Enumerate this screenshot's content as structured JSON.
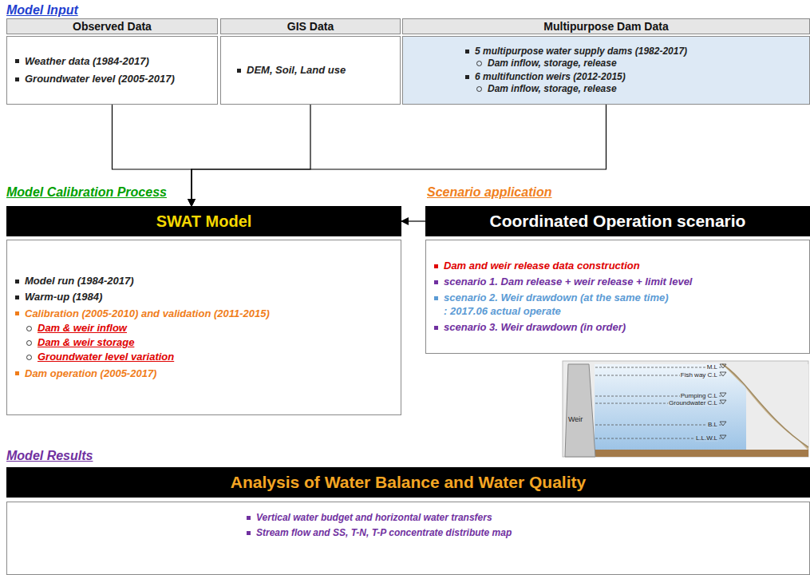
{
  "diagram": {
    "nodes": [
      {
        "text": [
          "Observed Data"
        ]
      },
      {
        "text": [
          "Weather data (1984-2017)",
          "Groundwater level (2005-2017)"
        ]
      },
      {
        "text": [
          "GIS Data"
        ]
      },
      {
        "text": [
          "DEM, Soil, Land use"
        ]
      },
      {
        "text": [
          "Multipurpose Dam Data"
        ]
      },
      {
        "text": [
          "5 multipurpose water supply dams (1982-2017)",
          "Dam inflow, storage, release",
          "6 multifunction weirs (2012-2015)",
          "Dam inflow, storage, release"
        ]
      },
      {
        "text": [
          "SWAT Model"
        ]
      },
      {
        "text": [
          "Model run (1984-2017)",
          "Warm-up (1984)",
          "Calibration (2005-2010) and validation (2011-2015)",
          "Dam & weir inflow",
          "Dam & weir storage",
          "Groundwater level variation",
          "Dam operation (2005-2017)"
        ]
      },
      {
        "text": [
          "Coordinated Operation scenario"
        ]
      },
      {
        "text": [
          "Dam and weir release data construction",
          "scenario 1. Dam release + weir release + limit level",
          "scenario 2. Weir drawdown (at the same time)",
          ": 2017.06 actual operate",
          "scenario 3. Weir drawdown (in order)"
        ]
      },
      {
        "text": [
          "Analysis of Water Balance and Water Quality"
        ]
      },
      {
        "text": [
          "Vertical water budget and horizontal water transfers",
          "Stream flow and SS, T-N, T-P concentrate distribute map"
        ]
      }
    ],
    "edges": [
      {
        "from": 1,
        "to": 6,
        "arrow": "to"
      },
      {
        "from": 3,
        "to": 6,
        "arrow": "to"
      },
      {
        "from": 5,
        "to": 6,
        "arrow": "to"
      },
      {
        "from": 8,
        "to": 6,
        "arrow": "to"
      }
    ],
    "labels": [
      "Model Input",
      "Model Calibration Process",
      "Scenario application",
      "Model Results",
      "M.L",
      "Fish way C.L",
      "Pumping C.L",
      "Groundwater C.L",
      "B.L",
      "L.L.W.L",
      "Weir"
    ]
  }
}
